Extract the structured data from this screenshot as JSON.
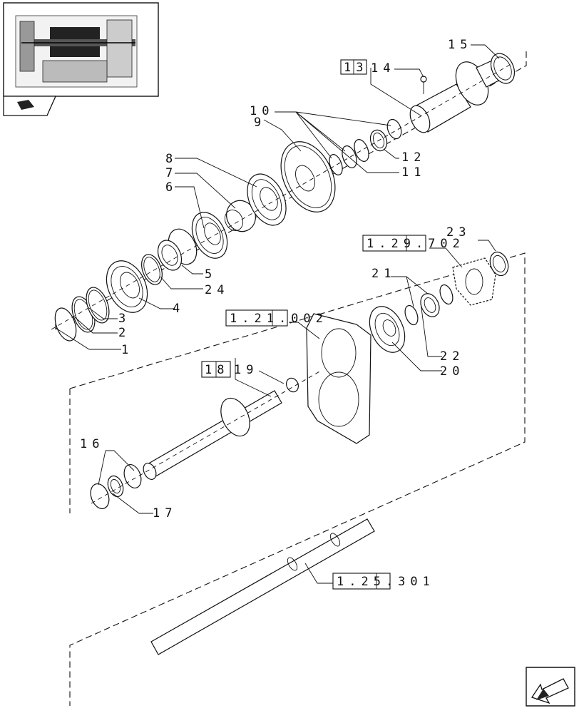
{
  "callouts": {
    "c1": "1",
    "c2": "2",
    "c3": "3",
    "c4": "4",
    "c5": "5",
    "c6": "6",
    "c7": "7",
    "c8": "8",
    "c9": "9",
    "c10": "10",
    "c11": "11",
    "c12": "12",
    "c13": "13",
    "c14": "14",
    "c15": "15",
    "c16": "16",
    "c17": "17",
    "c18": "18",
    "c19": "19",
    "c20": "20",
    "c21": "21",
    "c22": "22",
    "c23": "23",
    "c24": "24"
  },
  "references": {
    "r1": "1.29.702",
    "r2": "1.21.002",
    "r3": "1.25.301"
  },
  "icons": {
    "thumbnail": "transmission-overview-thumbnail",
    "book": "book-icon",
    "nav": "previous-page-arrow-icon"
  }
}
